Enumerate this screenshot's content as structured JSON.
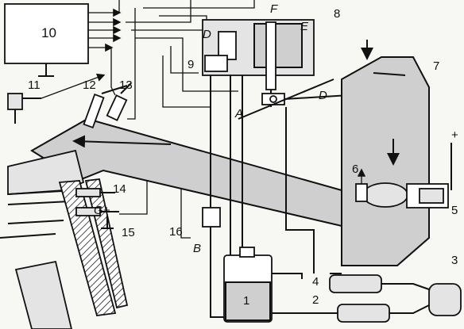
{
  "labels": {
    "n1": "1",
    "n2": "2",
    "n3": "3",
    "n4": "4",
    "n5": "5",
    "n6": "6",
    "n7": "7",
    "n8": "8",
    "n9": "9",
    "n10": "10",
    "n11": "11",
    "n12": "12",
    "n13": "13",
    "n14": "14",
    "n15": "15",
    "n16": "16",
    "A": "A",
    "B": "B",
    "D1": "D",
    "D2": "D",
    "E": "E",
    "F": "F",
    "G": "G+",
    "plus": "+"
  }
}
